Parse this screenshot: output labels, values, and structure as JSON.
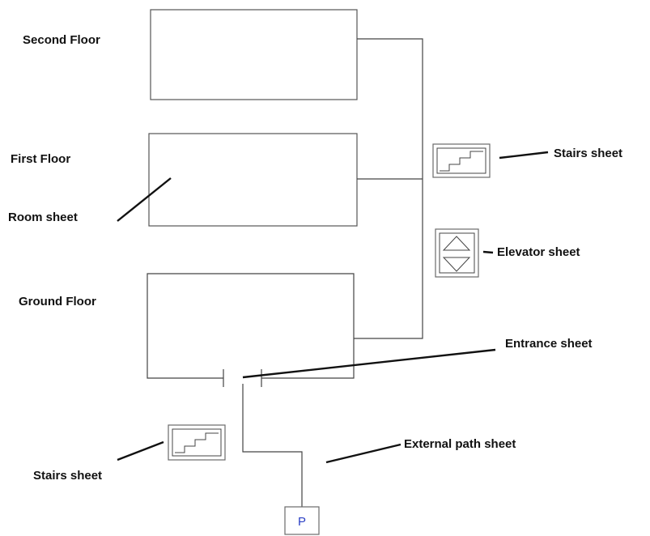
{
  "floors": {
    "second": "Second Floor",
    "first": "First Floor",
    "ground": "Ground Floor"
  },
  "callouts": {
    "room": "Room sheet",
    "stairs_right": "Stairs sheet",
    "elevator": "Elevator sheet",
    "entrance": "Entrance sheet",
    "external_path": "External path sheet",
    "stairs_left": "Stairs sheet"
  },
  "icons": {
    "stairs": "stairs-icon",
    "elevator": "elevator-icon",
    "parking": "parking-icon",
    "parking_letter": "P"
  },
  "colors": {
    "parking_letter": "#2a3fc4",
    "text": "#111111",
    "lines": "#444444"
  }
}
